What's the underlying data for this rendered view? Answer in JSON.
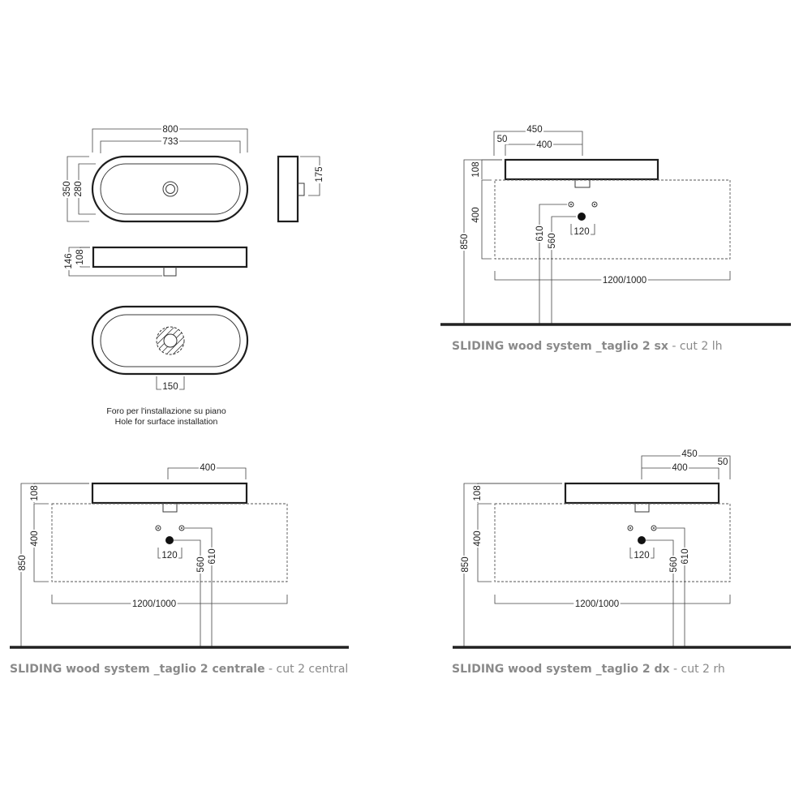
{
  "top_view": {
    "width_overall": "800",
    "width_inner": "733",
    "depth_overall": "350",
    "depth_inner": "280"
  },
  "side_view": {
    "height": "175"
  },
  "front_view": {
    "height_overall": "146",
    "height_inner": "108"
  },
  "hole_view": {
    "hole_diameter": "150",
    "note_it": "Foro per l'installazione su piano",
    "note_en": "Hole for surface installation"
  },
  "cut_lh": {
    "dim_450": "450",
    "dim_50": "50",
    "dim_400": "400",
    "dim_108": "108",
    "dim_400v": "400",
    "dim_850": "850",
    "dim_610": "610",
    "dim_560": "560",
    "dim_120": "120",
    "dim_width": "1200/1000",
    "caption_bold": "SLIDING wood system _taglio 2 sx",
    "caption_light": " - cut 2 lh"
  },
  "cut_central": {
    "dim_400": "400",
    "dim_108": "108",
    "dim_400v": "400",
    "dim_850": "850",
    "dim_560": "560",
    "dim_610": "610",
    "dim_120": "120",
    "dim_width": "1200/1000",
    "caption_bold": "SLIDING wood system _taglio 2 centrale",
    "caption_light": " - cut 2 central"
  },
  "cut_rh": {
    "dim_450": "450",
    "dim_400": "400",
    "dim_50": "50",
    "dim_108": "108",
    "dim_400v": "400",
    "dim_850": "850",
    "dim_560": "560",
    "dim_610": "610",
    "dim_120": "120",
    "dim_width": "1200/1000",
    "caption_bold": "SLIDING wood system _taglio 2 dx",
    "caption_light": " - cut 2 rh"
  }
}
